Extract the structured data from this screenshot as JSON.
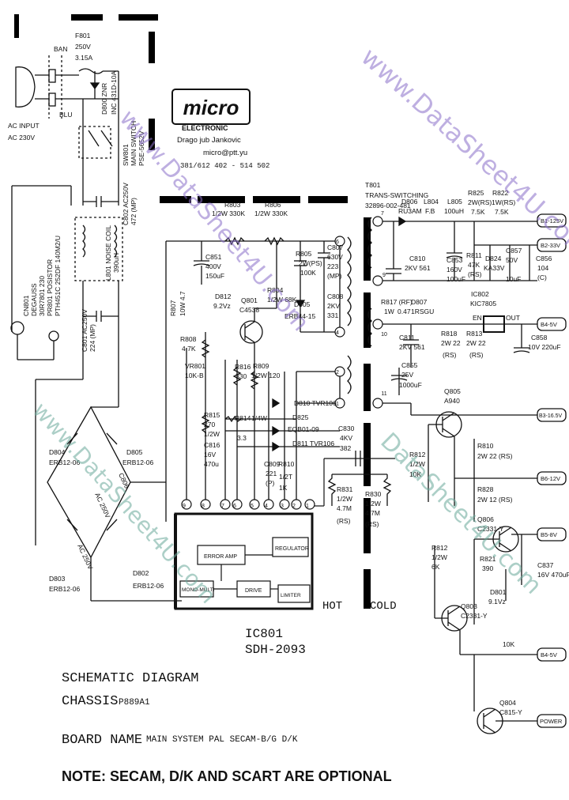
{
  "header": {
    "logo_text": "micro",
    "logo_sub": "ELECTRONIC",
    "author": "Drago jub Jankovic",
    "email": "micro@ptt.yu",
    "phone": "381/612 402 - 514 502"
  },
  "mains": {
    "ac_input": "AC INPUT",
    "ac_voltage": "AC 230V",
    "ban": "BAN",
    "blu": "BLU",
    "fuse_ref": "F801",
    "fuse_rating1": "250V",
    "fuse_rating2": "3.15A",
    "zener": "D800 ZNR",
    "zener_part": "INC 431D-10A",
    "switch": "SW801",
    "switch_label": "MAIN SWITCH",
    "switch_part": "PSE-5652V",
    "cap_c802": "C802 AC250V",
    "cap_c802_val": "472 (MP)",
    "coil": "L801 NOISE COIL",
    "coil_val": "390uH",
    "posistor": "PR801 POSISTOR",
    "posistor_part": "PTH451C 252DF 140M2/U",
    "conn": "CN801",
    "conn_label": "DEGAUSS",
    "conn_part": "30R7801 230",
    "cap_c801": "C801 AC250V",
    "cap_c801_val": "224 (MP)"
  },
  "bridge": {
    "d804": "D804",
    "d804_part": "ERB12-06",
    "d805": "D805",
    "d805_part": "ERB12-06",
    "d803": "D803",
    "d803_part": "ERB12-06",
    "d802": "D802",
    "d802_part": "ERB12-06",
    "c_top": "AC 250V",
    "c_top2": "C806",
    "c_bot": "AC 250V"
  },
  "primary": {
    "r803": "R803",
    "r803_val": "1/2W 330K",
    "r806": "R806",
    "r806_val": "1/2W 330K",
    "c851": "C851",
    "c851_v": "400V",
    "c851_val": "150uF",
    "r807": "R807",
    "r807_val": "10W 4.7",
    "d812": "D812",
    "d812_val": "9.2Vz",
    "q801": "Q801",
    "q801_part": "C4538",
    "r804": "R804",
    "r804_val": "1/2W 68K",
    "r808": "R808",
    "r808_val": "4.7K",
    "r809": "R809",
    "r809_val": "1/2W 120",
    "r816": "R816",
    "r816_val": "330",
    "vr801": "VR801",
    "vr801_val": "10K-B",
    "r815": "R815",
    "r815_val": "270",
    "r815_w": "1/2W",
    "c816": "C816",
    "c816_v": "16V",
    "c816_val": "470u",
    "r814": "R814",
    "r814_val": "1/4W",
    "r814_res": "3.3",
    "c807": "C807",
    "c807_v": "630V",
    "c807_val": "223",
    "c807_t": "(MP)",
    "r805": "R805",
    "r805_val": "2W(PS)",
    "r805_res": "100K",
    "c808": "C808",
    "c808_v": "2KV",
    "c808_val": "331",
    "d805b": "D805",
    "d805b_part": "ERB44-15",
    "d810": "D810 TVR106",
    "d825": "D825",
    "d825_part": "EQB01-09",
    "d811": "D811 TVR106",
    "c809": "C809",
    "c809_val": "221",
    "c809_t": "(P)",
    "r810": "R810",
    "r810_val": "1/2T",
    "r810_res": "1K",
    "c830": "C830",
    "c830_v": "4KV",
    "c830_val": "382",
    "r831": "R831",
    "r831_val": "1/2W",
    "r831_res": "4.7M",
    "r831_t": "(RS)",
    "r830": "R830",
    "r830_val": "1/2W",
    "r830_res": "4.7M",
    "r830_t": "(RS)"
  },
  "ic": {
    "ref": "IC801",
    "part": "SDH-2093",
    "b_error": "ERROR AMP",
    "b_regulator": "REGULATOR",
    "b_monomulti": "MONO-MULTI",
    "b_drive": "DRIVE",
    "b_limiter": "LIMITER",
    "pins": [
      "9",
      "8",
      "7",
      "6",
      "5",
      "4",
      "3",
      "2",
      "1"
    ],
    "hot": "HOT",
    "cold": "COLD"
  },
  "transformer": {
    "t801": "T801",
    "t801_label": "TRANS-SWITCHING",
    "t801_part": "32896-002-481",
    "pins": [
      "6",
      "4",
      "2",
      "1",
      "7",
      "9",
      "10",
      "11"
    ]
  },
  "secondary": {
    "d806": "D806",
    "d806_part": "RU3AM",
    "l804": "L804",
    "l804_val": "F.B",
    "l805": "L805",
    "l805_val": "100uH",
    "r825": "R825",
    "r825_val": "2W(RS)",
    "r825_res": "7.5K",
    "r822": "R822",
    "r822_val": "1W(RS)",
    "r822_res": "7.5K",
    "c810": "C810",
    "c810_val": "2KV 561",
    "c853": "C853",
    "c853_v": "160V",
    "c853_val": "100uF",
    "r811": "R811",
    "r811_val": "47K",
    "r811_t": "(RS)",
    "d824": "D824",
    "d824_part": "KA33V",
    "c857": "C857",
    "c857_v": "50V",
    "c857_val": "10uF",
    "c856": "C856",
    "c856_val": "104",
    "c856_t": "(C)",
    "r817": "R817 (RF)",
    "r817_val": "1W",
    "r817_res": "0.47",
    "d807": "D807",
    "d807_part": "1RSGU",
    "c811": "C811",
    "c811_val": "2KV 561",
    "r818": "R818",
    "r818_val": "2W 22",
    "r818_t": "(RS)",
    "r813": "R813",
    "r813_val": "2W 22",
    "r813_t": "(RS)",
    "ic802": "IC802",
    "ic802_part": "KIC7805",
    "ic802_in": "EN",
    "ic802_out": "OUT",
    "c858": "C858",
    "c858_val": "10V 220uF",
    "c855": "C855",
    "c855_v": "25V",
    "c855_val": "1000uF",
    "q805": "Q805",
    "q805_part": "A940",
    "r812a": "R812",
    "r812a_val": "1/2W",
    "r812a_res": "10K",
    "r810b": "R810",
    "r810b_val": "2W 22 (RS)",
    "r828": "R828",
    "r828_val": "2W 12 (RS)",
    "q806": "Q806",
    "q806_part": "C2331-Y",
    "r812b": "R812",
    "r812b_val": "1/2W",
    "r812b_res": "6K",
    "r821": "R821",
    "r821_val": "390",
    "c837": "C837",
    "c837_val": "16V 470uF",
    "d801": "D801",
    "d801_val": "9.1Vz",
    "q803": "Q803",
    "q803_part": "C2331-Y",
    "r_10k": "10K",
    "q804": "Q804",
    "q804_part": "C815-Y"
  },
  "outputs": {
    "b1": "B1-125V",
    "b2": "B2-33V",
    "b4": "B4-5V",
    "b3": "B3-16.5V",
    "b6": "B6-12V",
    "b5": "B5-8V",
    "b4b": "B4-5V",
    "power": "POWER"
  },
  "title_block": {
    "title": "SCHEMATIC DIAGRAM",
    "chassis_label": "CHASSIS",
    "chassis_value": "P889A1",
    "board_label": "BOARD NAME",
    "board_value": "MAIN SYSTEM  PAL SECAM-B/G D/K",
    "note": "NOTE: SECAM, D/K AND SCART ARE OPTIONAL"
  },
  "watermarks": {
    "w1": "www.DataSheet4U.com",
    "w2": "www.DataSheet4U.com",
    "w3": "www.DataSheet4U.com",
    "w4": "DataSheet4U.com"
  }
}
